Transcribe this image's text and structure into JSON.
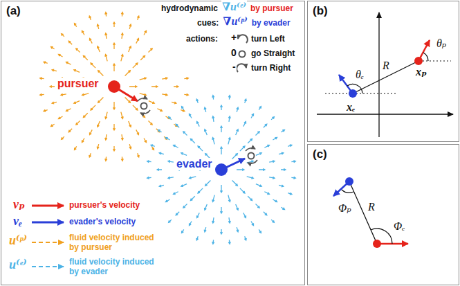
{
  "diagram": {
    "nodes": [
      {
        "text": [
          "(a)"
        ]
      },
      {
        "text": [
          "(b)"
        ]
      },
      {
        "text": [
          "(c)"
        ]
      }
    ],
    "labels": [
      "hydrodynamic",
      "∇u⁽ᵉ⁾",
      "by pursuer",
      "cues:",
      "∇u⁽ᵖ⁾",
      "by evader",
      "actions:",
      "+",
      "turn Left",
      "0",
      "go Straight",
      "-",
      "turn Right",
      "pursuer",
      "evader",
      "vₚ",
      "vₑ",
      "u⁽ᵖ⁾",
      "u⁽ᵉ⁾",
      "θₚ",
      "xₚ",
      "R",
      "θₑ",
      "xₑ",
      "Φₚ",
      "R",
      "Φₑ"
    ],
    "legend": [
      {
        "text": "pursuer's velocity"
      },
      {
        "text": "evader's velocity"
      },
      {
        "text": "fluid velocity induced by pursuer"
      },
      {
        "text": "fluid velocity induced by evader"
      }
    ]
  }
}
